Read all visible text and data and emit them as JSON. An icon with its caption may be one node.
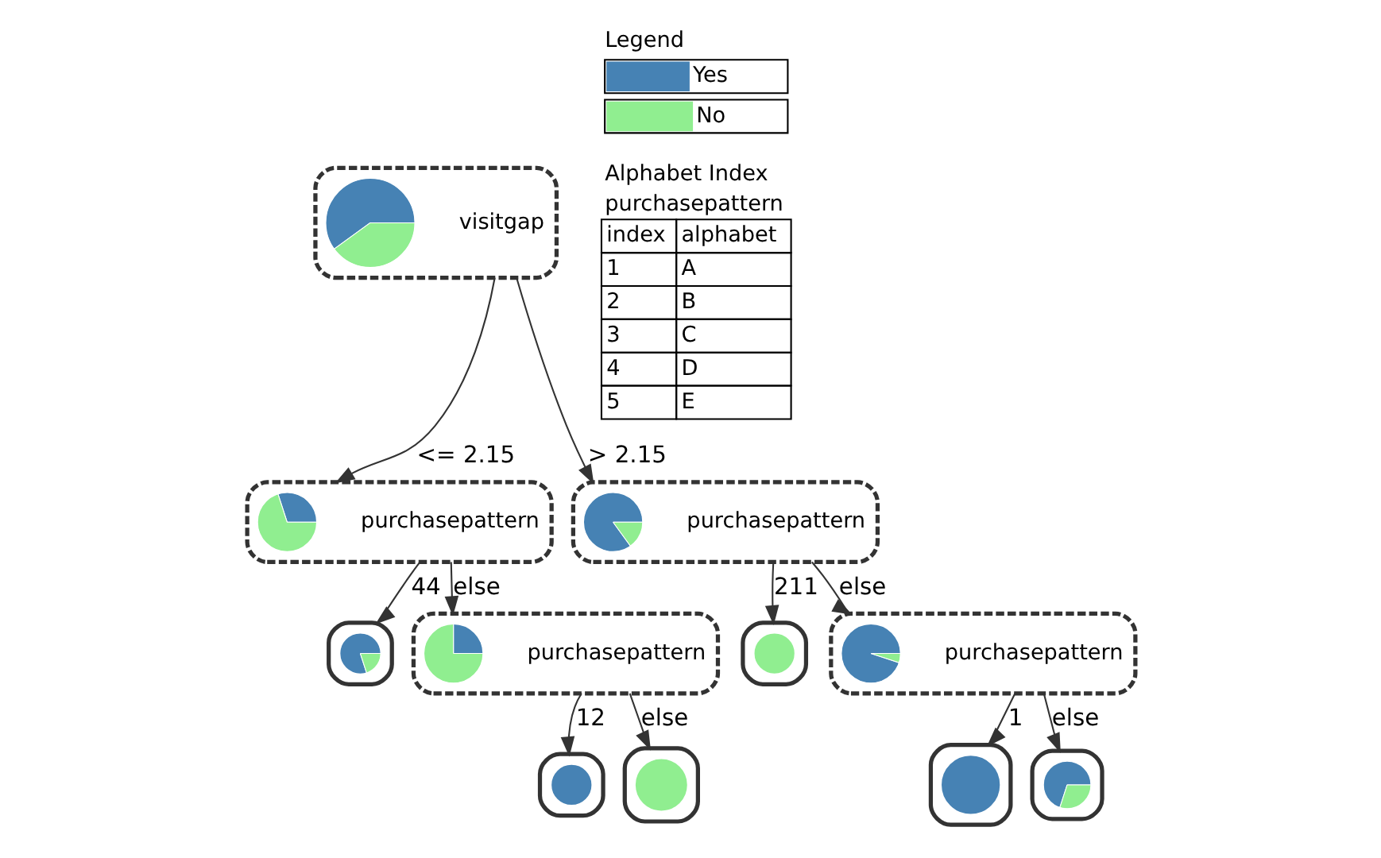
{
  "diagram": {
    "nodes": [
      {
        "text": [
          "visitgap"
        ]
      },
      {
        "text": [],
        "shape": "circle",
        "in": 0
      },
      {
        "text": [
          "purchasepattern"
        ]
      },
      {
        "text": [],
        "shape": "circle",
        "in": 2
      },
      {
        "text": [
          "purchasepattern"
        ]
      },
      {
        "text": [],
        "shape": "circle",
        "in": 4
      },
      {
        "text": [],
        "shape": "box"
      },
      {
        "text": [],
        "shape": "circle",
        "in": 6
      },
      {
        "text": [
          "purchasepattern"
        ]
      },
      {
        "text": [],
        "shape": "circle",
        "in": 8
      },
      {
        "text": [],
        "shape": "box"
      },
      {
        "text": [],
        "shape": "circle",
        "in": 10
      },
      {
        "text": [
          "purchasepattern"
        ]
      },
      {
        "text": [],
        "shape": "circle",
        "in": 12
      },
      {
        "text": [],
        "shape": "box"
      },
      {
        "text": [],
        "shape": "circle",
        "in": 14
      },
      {
        "text": [],
        "shape": "box"
      },
      {
        "text": [],
        "shape": "circle",
        "in": 16
      },
      {
        "text": [],
        "shape": "box"
      },
      {
        "text": [],
        "shape": "circle",
        "in": 18
      },
      {
        "text": [],
        "shape": "box"
      },
      {
        "text": [],
        "shape": "circle",
        "in": 20
      }
    ],
    "edges": [
      {
        "from": 0,
        "to": 2,
        "arrow": "to",
        "label": "<= 2.15"
      },
      {
        "from": 0,
        "to": 4,
        "arrow": "to",
        "label": "> 2.15"
      },
      {
        "from": 2,
        "to": 6,
        "arrow": "to",
        "label": "44"
      },
      {
        "from": 2,
        "to": 8,
        "arrow": "to",
        "label": "else"
      },
      {
        "from": 4,
        "to": 10,
        "arrow": "to",
        "label": "211"
      },
      {
        "from": 4,
        "to": 12,
        "arrow": "to",
        "label": "else"
      },
      {
        "from": 8,
        "to": 14,
        "arrow": "to",
        "label": "12"
      },
      {
        "from": 8,
        "to": 16,
        "arrow": "to",
        "label": "else"
      },
      {
        "from": 12,
        "to": 18,
        "arrow": "to",
        "label": "1"
      },
      {
        "from": 12,
        "to": 20,
        "arrow": "to",
        "label": "else"
      }
    ],
    "labels": [
      "Legend",
      "Alphabet Index",
      "purchasepattern",
      "index",
      "alphabet",
      "1",
      "A",
      "2",
      "B",
      "3",
      "C",
      "4",
      "D",
      "5",
      "E"
    ],
    "legend": [
      {
        "text": "Yes",
        "color": "#4682b4"
      },
      {
        "text": "No",
        "color": "#90ee90"
      }
    ]
  }
}
